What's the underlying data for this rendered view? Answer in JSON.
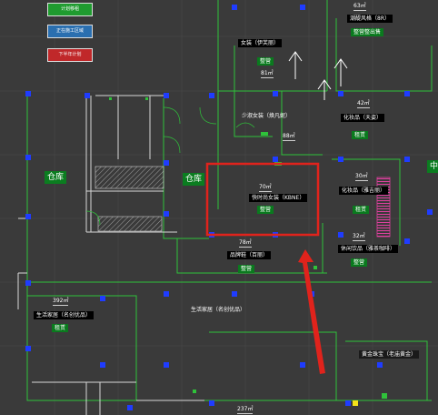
{
  "legend": [
    {
      "label": "计划移租",
      "color": "#1f9b2f"
    },
    {
      "label": "正在施工区域",
      "color": "#2a6fb0"
    },
    {
      "label": "下半年计划",
      "color": "#c0282a"
    }
  ],
  "shops": [
    {
      "id": "top-right",
      "area": "63㎡",
      "name": "潮醍风格（8R）",
      "status": "整营整出售"
    },
    {
      "id": "women-1",
      "area": "81㎡",
      "name": "女装（伊芙丽）",
      "status": "整营"
    },
    {
      "id": "women-2",
      "area": "88㎡",
      "name": "少淑女装（焕凡妮）",
      "status": ""
    },
    {
      "id": "cosmetics-1",
      "area": "42㎡",
      "name": "化妆品（天姿）",
      "status": "租赁"
    },
    {
      "id": "cosmetics-2",
      "area": "30㎡",
      "name": "化妆品（雅吉丽）",
      "status": "租赁"
    },
    {
      "id": "target-shop",
      "area": "70㎡",
      "name": "快时尚女装（KBNE）",
      "status": "整营"
    },
    {
      "id": "accessories",
      "area": "78㎡",
      "name": "品牌鞋（百丽）",
      "status": "整营"
    },
    {
      "id": "leisure",
      "area": "32㎡",
      "name": "休闲饮品（雅茶咖啡）",
      "status": "整营"
    },
    {
      "id": "home",
      "area": "392㎡",
      "name": "生活家居（名创优品）",
      "status": "租赁"
    },
    {
      "id": "bottom",
      "area": "237㎡",
      "name": "",
      "status": ""
    }
  ],
  "rooms": [
    {
      "id": "storage-1",
      "label": "仓库"
    },
    {
      "id": "storage-2",
      "label": "仓库"
    },
    {
      "id": "edge-label",
      "label": "中"
    }
  ],
  "zones": [
    {
      "id": "living",
      "label": "生活家居（名创优品）"
    },
    {
      "id": "jewelry",
      "label": "黄金珠宝（老庙黄金）"
    }
  ],
  "highlight": {
    "color": "#e0231c"
  }
}
